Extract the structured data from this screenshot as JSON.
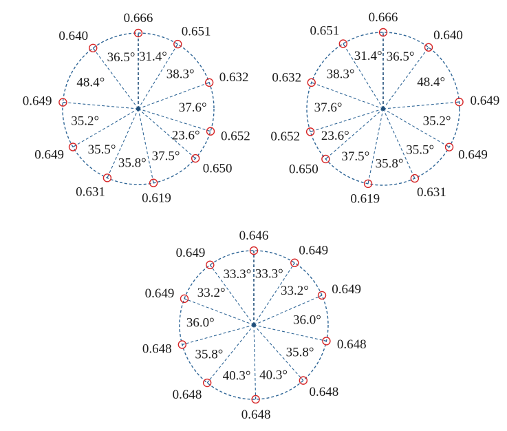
{
  "colors": {
    "ring": "#2e6596",
    "node": "#d62728",
    "text": "#1a1a1a",
    "hub": "#1f4e79"
  },
  "diagrams": [
    {
      "id": "top-left",
      "nodes": [
        {
          "value": "0.666",
          "angle_deg": 0
        },
        {
          "value": "0.651",
          "angle_deg": 31.4
        },
        {
          "value": "0.632",
          "angle_deg": 69.7
        },
        {
          "value": "0.652",
          "angle_deg": 107.3
        },
        {
          "value": "0.650",
          "angle_deg": 130.9
        },
        {
          "value": "0.619",
          "angle_deg": 168.4
        },
        {
          "value": "0.631",
          "angle_deg": 204.2
        },
        {
          "value": "0.649",
          "angle_deg": 239.7
        },
        {
          "value": "0.649",
          "angle_deg": 274.9
        },
        {
          "value": "0.640",
          "angle_deg": 323.3
        }
      ],
      "gap_labels": [
        "31.4°",
        "38.3°",
        "37.6°",
        "23.6°",
        "37.5°",
        "35.8°",
        "35.5°",
        "35.2°",
        "48.4°",
        "36.5°"
      ]
    },
    {
      "id": "top-right",
      "nodes": [
        {
          "value": "0.666",
          "angle_deg": 0
        },
        {
          "value": "0.640",
          "angle_deg": 36.5
        },
        {
          "value": "0.649",
          "angle_deg": 84.9
        },
        {
          "value": "0.649",
          "angle_deg": 120.1
        },
        {
          "value": "0.631",
          "angle_deg": 155.6
        },
        {
          "value": "0.619",
          "angle_deg": 191.4
        },
        {
          "value": "0.650",
          "angle_deg": 228.9
        },
        {
          "value": "0.652",
          "angle_deg": 252.5
        },
        {
          "value": "0.632",
          "angle_deg": 290.1
        },
        {
          "value": "0.651",
          "angle_deg": 328.4
        }
      ],
      "gap_labels": [
        "36.5°",
        "48.4°",
        "35.2°",
        "35.5°",
        "35.8°",
        "37.5°",
        "23.6°",
        "37.6°",
        "38.3°",
        "31.4°"
      ]
    },
    {
      "id": "bottom",
      "nodes": [
        {
          "value": "0.646",
          "angle_deg": 0
        },
        {
          "value": "0.649",
          "angle_deg": 33.3
        },
        {
          "value": "0.649",
          "angle_deg": 66.5
        },
        {
          "value": "0.648",
          "angle_deg": 102.5
        },
        {
          "value": "0.648",
          "angle_deg": 138.3
        },
        {
          "value": "0.648",
          "angle_deg": 178.6
        },
        {
          "value": "0.648",
          "angle_deg": 218.9
        },
        {
          "value": "0.648",
          "angle_deg": 254.7
        },
        {
          "value": "0.649",
          "angle_deg": 290.7
        },
        {
          "value": "0.649",
          "angle_deg": 323.9
        }
      ],
      "gap_labels": [
        "33.3°",
        "33.2°",
        "36.0°",
        "35.8°",
        "40.3°",
        "40.3°",
        "35.8°",
        "36.0°",
        "33.2°",
        "33.3°"
      ]
    }
  ]
}
